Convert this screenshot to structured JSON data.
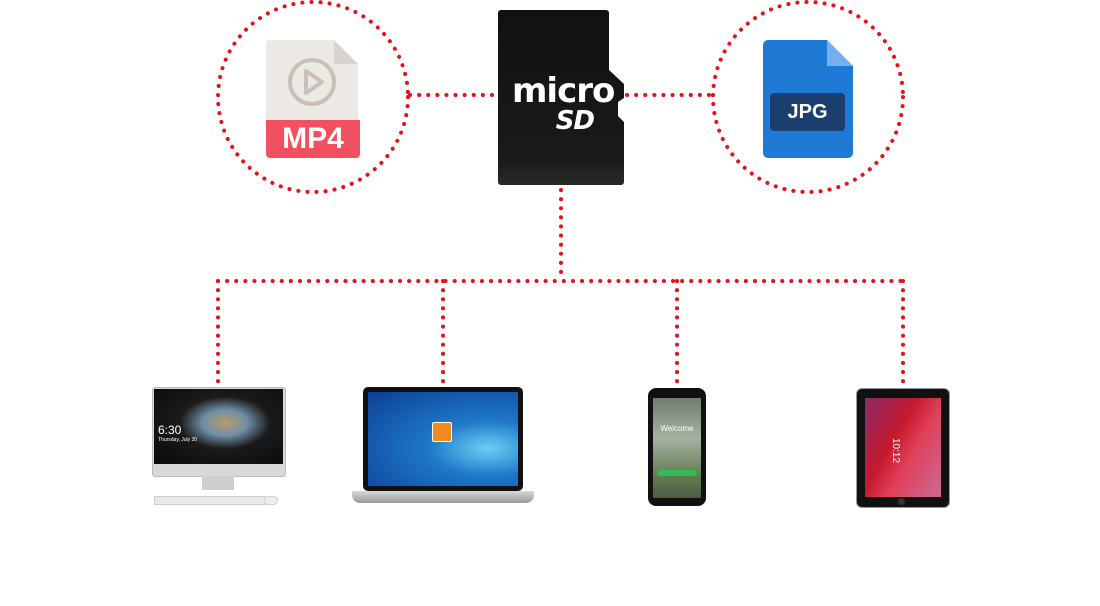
{
  "colors": {
    "connector": "#e8101a",
    "mp4_badge": "#f0505f",
    "jpg_file": "#1f7ad6",
    "jpg_badge": "#1b3e6e"
  },
  "files": {
    "mp4": {
      "label": "MP4",
      "icon": "video-file-icon"
    },
    "jpg": {
      "label": "JPG",
      "icon": "image-file-icon"
    }
  },
  "card": {
    "logo_text": "microSD",
    "icon": "microsd-card-icon"
  },
  "devices": [
    {
      "name": "desktop",
      "clock": "6:30",
      "date": "Thursday, July 30"
    },
    {
      "name": "laptop"
    },
    {
      "name": "phone",
      "welcome": "Welcome"
    },
    {
      "name": "tablet",
      "clock": "10:12"
    }
  ]
}
